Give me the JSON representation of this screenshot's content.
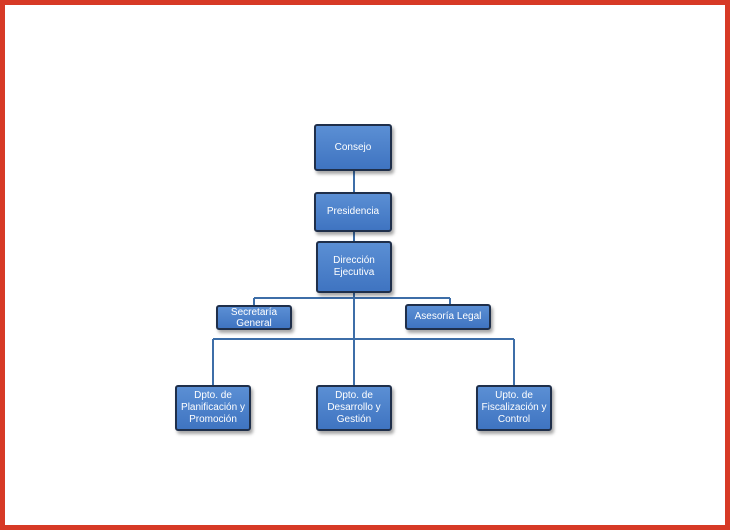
{
  "org_chart": {
    "nodes": {
      "consejo": {
        "label": "Consejo"
      },
      "presidencia": {
        "label": "Presidencia"
      },
      "direccion": {
        "label": "Dirección Ejecutiva"
      },
      "secretaria": {
        "label": "Secretaría General"
      },
      "asesoria": {
        "label": "Asesoría Legal"
      },
      "planificacion": {
        "label": "Dpto. de Planificación y Promoción"
      },
      "desarrollo": {
        "label": "Dpto. de Desarrollo y Gestión"
      },
      "fiscalizacion": {
        "label": "Upto. de Fiscalización y Control"
      }
    },
    "colors": {
      "frame": "#d73a26",
      "box_fill": "#4a7fcb",
      "box_border": "#1f2f4a",
      "connector": "#3d6ea8"
    }
  }
}
